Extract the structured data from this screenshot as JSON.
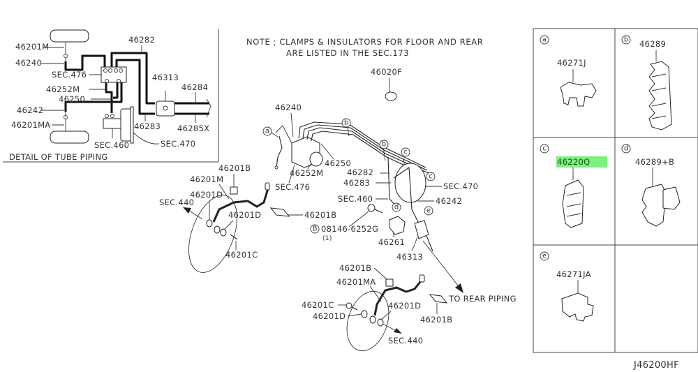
{
  "detail_box": {
    "title": "DETAIL OF TUBE PIPING",
    "labels": {
      "m1": "46201M",
      "p240": "46240",
      "p282": "46282",
      "sec476": "SEC.476",
      "p252m": "46252M",
      "p250": "46250",
      "p313": "46313",
      "p284": "46284",
      "p242": "46242",
      "ma": "46201MA",
      "p283": "46283",
      "p285x": "46285X",
      "sec460": "SEC.460",
      "sec470": "SEC.470"
    }
  },
  "note": {
    "line1": "NOTE ; CLAMPS & INSULATORS FOR FLOOR AND REAR",
    "line2": "ARE LISTED IN THE SEC.173"
  },
  "main": {
    "p020f": "46020F",
    "p240": "46240",
    "clip_a": "a",
    "clip_b1": "b",
    "clip_b2": "b",
    "clip_c1": "c",
    "clip_c2": "c",
    "clip_d": "d",
    "clip_e": "e",
    "p250": "46250",
    "p252m": "46252M",
    "sec476": "SEC.476",
    "p282": "46282",
    "p283": "46283",
    "sec470": "SEC.470",
    "sec460": "SEC.460",
    "p242": "46242",
    "bolt_marker": "B",
    "bolt": "08146-6252G",
    "bolt_qty": "(1)",
    "p261": "46261",
    "p313": "46313",
    "front_left": {
      "b1": "46201B",
      "m": "46201M",
      "d1": "46201D",
      "sec440": "SEC.440",
      "d2": "46201D",
      "b2": "46201B",
      "c": "46201C"
    },
    "front_right": {
      "b1": "46201B",
      "ma": "46201MA",
      "c": "46201C",
      "d1": "46201D",
      "d2": "46201D",
      "b2": "46201B",
      "sec440": "SEC.440",
      "rear": "TO REAR PIPING"
    }
  },
  "legend": {
    "cells": [
      {
        "marker": "a",
        "part": "46271J",
        "highlighted": false
      },
      {
        "marker": "b",
        "part": "46289",
        "highlighted": false
      },
      {
        "marker": "c",
        "part": "46220Q",
        "highlighted": true
      },
      {
        "marker": "d",
        "part": "46289+B",
        "highlighted": false
      },
      {
        "marker": "e",
        "part": "46271JA",
        "highlighted": false
      }
    ],
    "highlight_color": "#7ef07e"
  },
  "diagram_code": "J46200HF"
}
